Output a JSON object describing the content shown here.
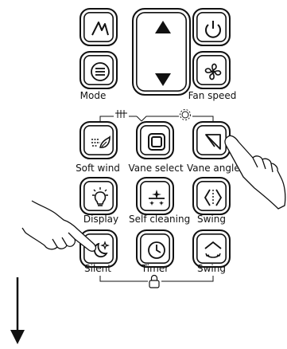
{
  "remote": {
    "mode_label": "Mode",
    "fan_speed_label": "Fan speed",
    "soft_wind_label": "Soft wind",
    "vane_select_label": "Vane select",
    "vane_angle_label": "Vane angle",
    "display_label": "Display",
    "self_cleaning_label": "Self cleaning",
    "swing_label_1": "Swing",
    "silent_label": "Silent",
    "timer_label": "Timer",
    "swing_label_2": "Swing"
  },
  "icons": {
    "auto": "auto-mode-icon",
    "up": "up-arrow-icon",
    "down": "down-arrow-icon",
    "power": "power-icon",
    "menu": "menu-icon",
    "fan": "fan-icon",
    "soft_wind": "soft-wind-icon",
    "vane_select": "vane-select-icon",
    "vane_angle": "vane-angle-icon",
    "display": "light-bulb-icon",
    "self_cleaning": "self-cleaning-icon",
    "swing_h": "horizontal-swing-icon",
    "silent": "moon-star-icon",
    "timer": "clock-icon",
    "swing_v": "vertical-swing-icon",
    "heat_group": "heat-group-icon",
    "gear_group": "gear-group-icon",
    "lock_group": "lock-icon",
    "hand_right": "pointing-hand-icon",
    "hand_left": "pointing-hand-icon",
    "big_arrow": "down-arrow-indicator-icon"
  }
}
